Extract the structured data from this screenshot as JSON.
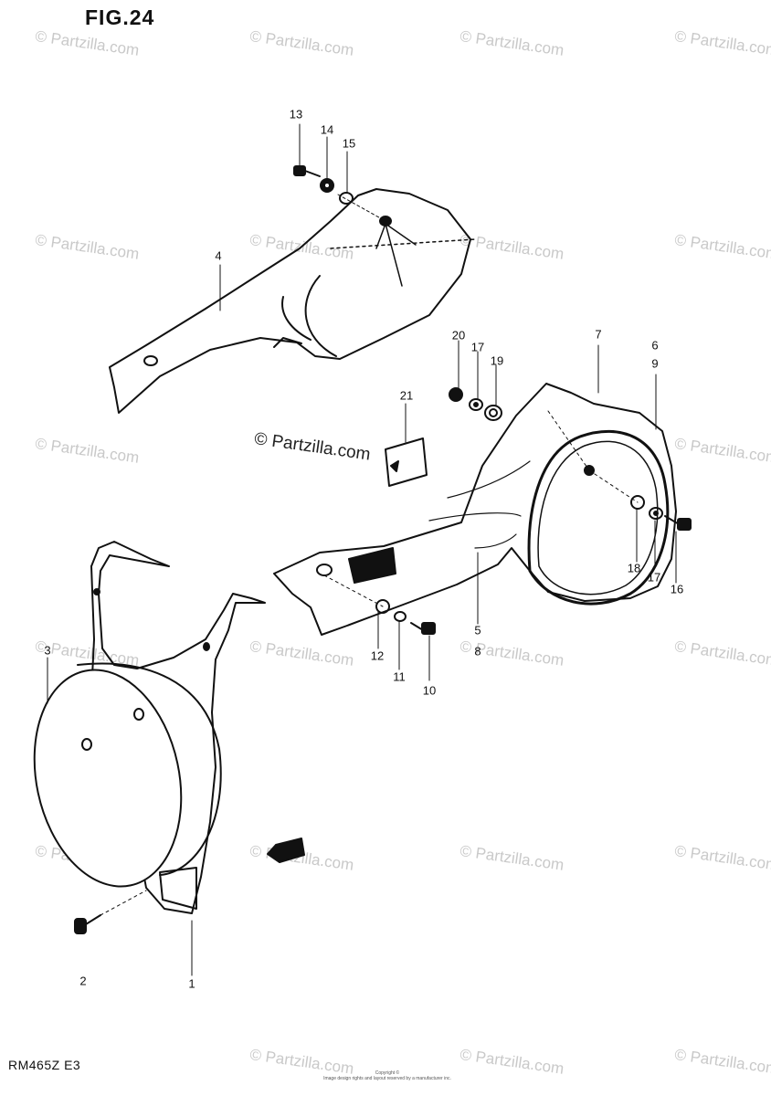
{
  "figure": {
    "title": "FIG.24",
    "model": "RM465Z  E3"
  },
  "watermark": {
    "text": "© Partzilla.com",
    "color": "#c9c9c9"
  },
  "callouts": [
    "13",
    "14",
    "15",
    "4",
    "20",
    "17",
    "19",
    "7",
    "6",
    "9",
    "21",
    "18",
    "17",
    "16",
    "5",
    "8",
    "12",
    "11",
    "10",
    "3",
    "2",
    "1"
  ],
  "footer": {
    "copyright": "Copyright ©",
    "copyright_line2": "Image design rights and layout reserved by a manufacturer inc."
  }
}
